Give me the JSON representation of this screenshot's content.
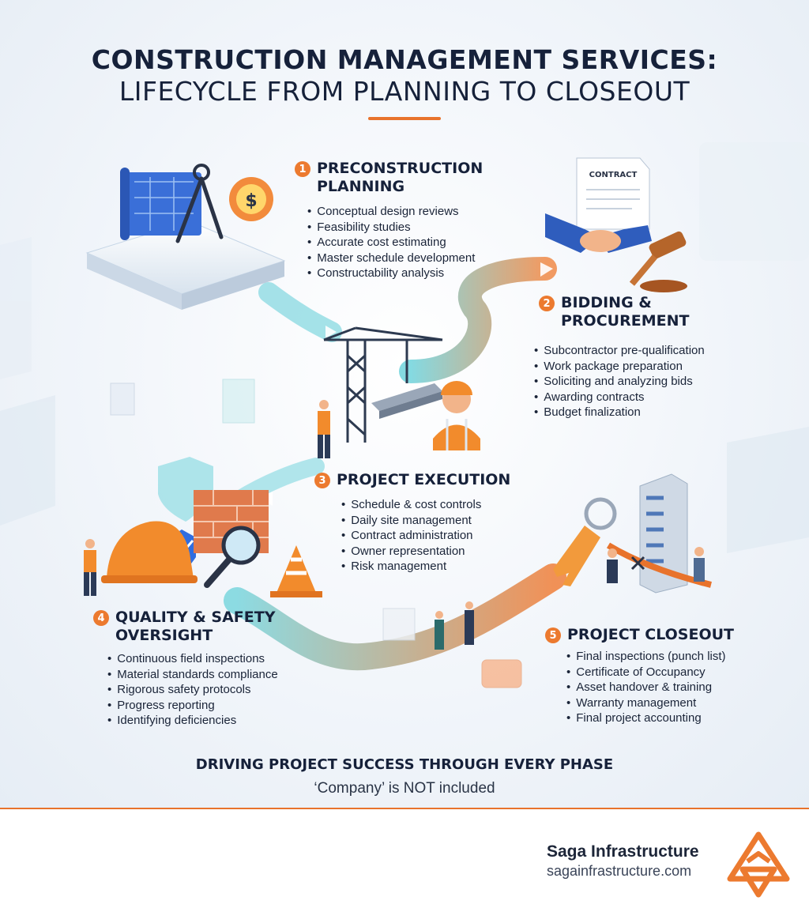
{
  "header": {
    "title_line1": "CONSTRUCTION MANAGEMENT SERVICES:",
    "title_line2": "LIFECYCLE FROM PLANNING TO CLOSEOUT"
  },
  "phases": [
    {
      "number": "1",
      "title": "PRECONSTRUCTION PLANNING",
      "items": [
        "Conceptual design reviews",
        "Feasibility studies",
        "Accurate cost estimating",
        "Master schedule development",
        "Constructability analysis"
      ]
    },
    {
      "number": "2",
      "title": "BIDDING & PROCUREMENT",
      "items": [
        "Subcontractor pre-qualification",
        "Work package preparation",
        "Soliciting and analyzing bids",
        "Awarding contracts",
        "Budget finalization"
      ]
    },
    {
      "number": "3",
      "title": "PROJECT EXECUTION",
      "items": [
        "Schedule & cost controls",
        "Daily site management",
        "Contract administration",
        "Owner representation",
        "Risk management"
      ]
    },
    {
      "number": "4",
      "title": "QUALITY & SAFETY OVERSIGHT",
      "items": [
        "Continuous field inspections",
        "Material standards compliance",
        "Rigorous safety protocols",
        "Progress reporting",
        "Identifying deficiencies"
      ]
    },
    {
      "number": "5",
      "title": "PROJECT CLOSEOUT",
      "items": [
        "Final inspections (punch list)",
        "Certificate of Occupancy",
        "Asset handover & training",
        "Warranty management",
        "Final project accounting"
      ]
    }
  ],
  "illustration": {
    "contract_label": "CONTRACT",
    "dollar_symbol": "$",
    "icons": [
      "blueprint-icon",
      "compass-icon",
      "gear-dollar-icon",
      "contract-document-icon",
      "handshake-icon",
      "gavel-icon",
      "tower-crane-icon",
      "steel-beam-icon",
      "worker-icon",
      "shield-check-icon",
      "brick-wall-icon",
      "magnifier-icon",
      "hard-hat-icon",
      "traffic-cone-icon",
      "key-icon",
      "office-building-icon",
      "ribbon-cutting-icon"
    ]
  },
  "footer": {
    "tagline": "DRIVING PROJECT SUCCESS THROUGH EVERY PHASE",
    "note": "‘Company’ is NOT included",
    "brand_name": "Saga Infrastructure",
    "brand_url": "sagainfrastructure.com"
  },
  "colors": {
    "accent_orange": "#ec7a2f",
    "path_teal": "#5cc6cf",
    "blueprint_blue": "#3a6fd8",
    "navy_text": "#16213a"
  }
}
